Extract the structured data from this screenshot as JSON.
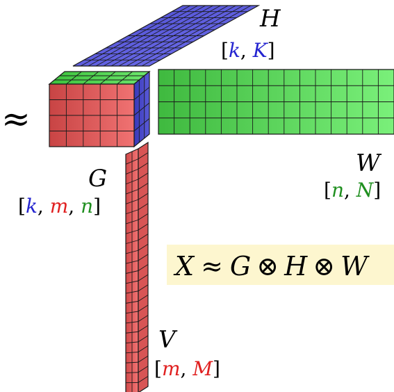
{
  "approx_symbol": "≈",
  "tensors": {
    "H": {
      "name": "H",
      "dim_open": "[",
      "dim_1": "k",
      "dim_sep_1": ", ",
      "dim_2": "K",
      "dim_close": "]"
    },
    "W": {
      "name": "W",
      "dim_open": "[",
      "dim_1": "n",
      "dim_sep_1": ", ",
      "dim_2": "N",
      "dim_close": "]"
    },
    "G": {
      "name": "G",
      "dim_open": "[",
      "dim_1": "k",
      "dim_sep_1": ", ",
      "dim_2": "m",
      "dim_sep_2": ", ",
      "dim_3": "n",
      "dim_close": "]"
    },
    "V": {
      "name": "V",
      "dim_open": "[",
      "dim_1": "m",
      "dim_sep_1": ", ",
      "dim_2": "M",
      "dim_close": "]"
    }
  },
  "equation": {
    "lhs": "X",
    "approx": "≈",
    "t1": "G",
    "op1": "⊗",
    "t2": "H",
    "op2": "⊗",
    "t3": "W"
  },
  "colors": {
    "blue_face": "#5a5ad8",
    "blue_text": "#2424d0",
    "green_face": "#66dd66",
    "green_text": "#1f8f1f",
    "red_face": "#e86464",
    "red_text": "#e02020",
    "grid_line": "#1a1a1a",
    "equation_bg": "#fdf6cf"
  }
}
